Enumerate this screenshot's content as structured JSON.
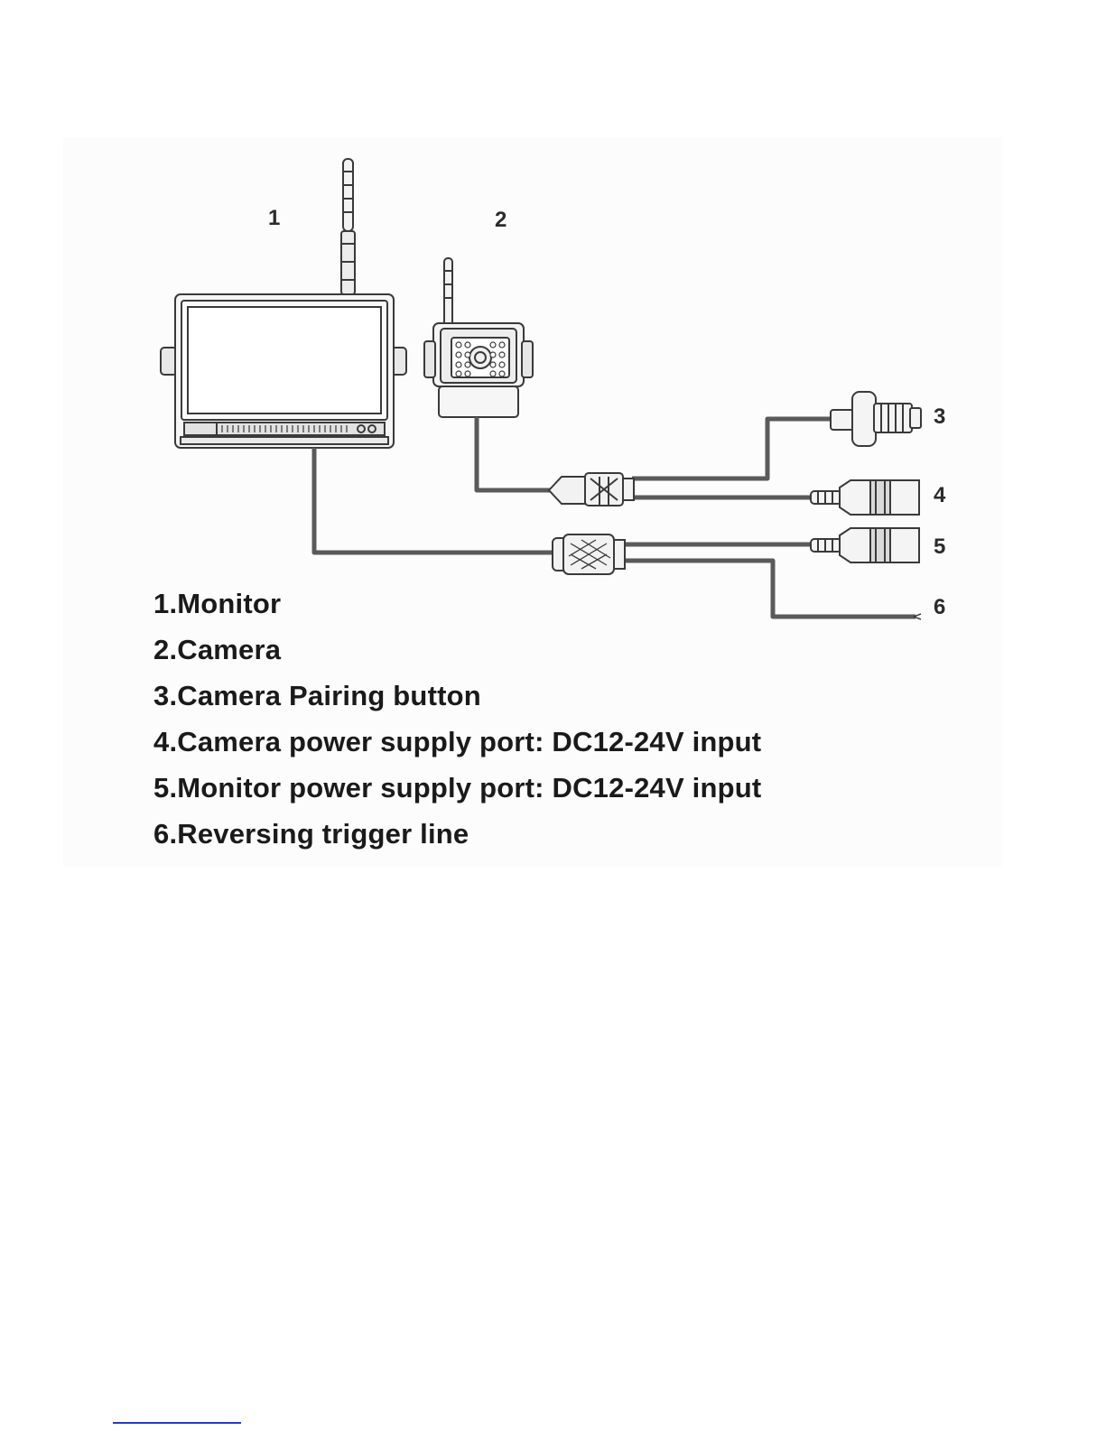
{
  "diagram": {
    "callouts": {
      "monitor": "1",
      "camera": "2",
      "pairing_button": "3",
      "camera_power_port": "4",
      "monitor_power_port": "5",
      "reversing_trigger": "6"
    },
    "legend": [
      "1.Monitor",
      "2.Camera",
      "3.Camera Pairing button",
      "4.Camera power supply port: DC12-24V input",
      "5.Monitor power supply port: DC12-24V input",
      "6.Reversing trigger line"
    ]
  },
  "colors": {
    "line": "#3a3a3a",
    "cable": "#5a5a5a",
    "link_rule": "#1f3fbf"
  }
}
